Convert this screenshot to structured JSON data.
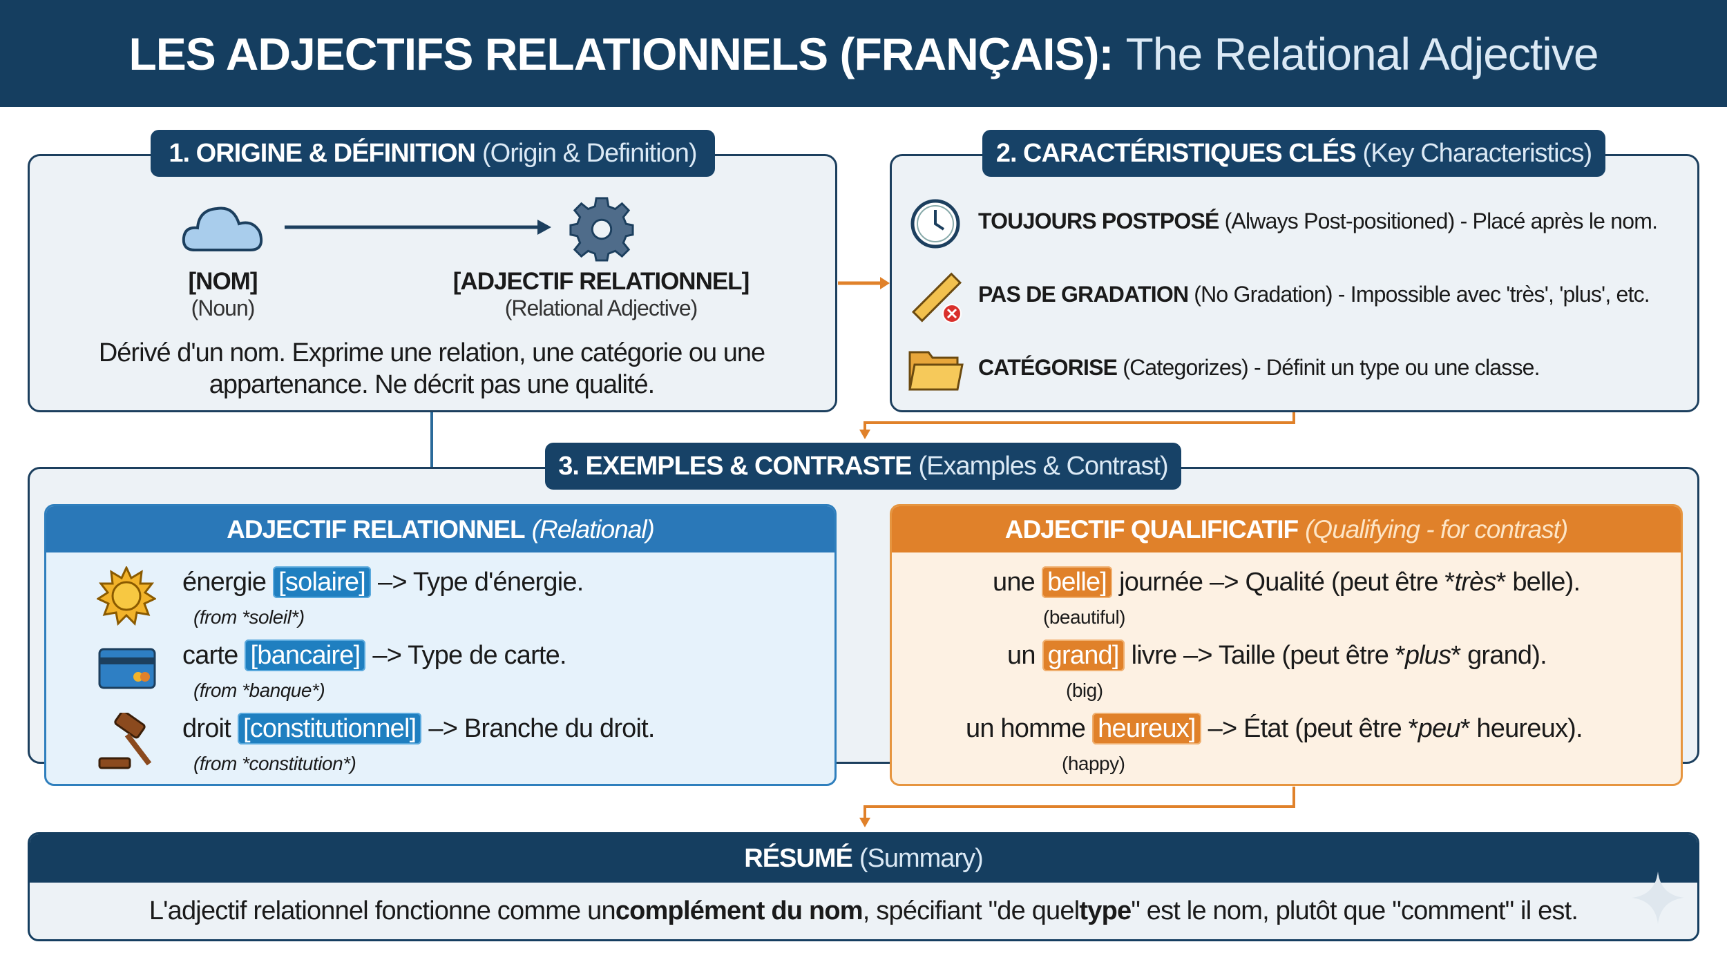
{
  "header": {
    "title_bold": "LES ADJECTIFS RELATIONNELS (FRANÇAIS):",
    "title_light": "The Relational Adjective"
  },
  "section1": {
    "title_bold": "1. ORIGINE & DÉFINITION",
    "title_light": "(Origin & Definition)",
    "noun_label": "[NOM]",
    "noun_sub": "(Noun)",
    "adj_label": "[ADJECTIF RELATIONNEL]",
    "adj_sub": "(Relational Adjective)",
    "definition": "Dérivé d'un nom. Exprime une relation, une catégorie ou une appartenance. Ne décrit pas une qualité."
  },
  "section2": {
    "title_bold": "2. CARACTÉRISTIQUES CLÉS",
    "title_light": "(Key Characteristics)",
    "items": [
      {
        "icon": "clock-icon",
        "bold": "TOUJOURS POSTPOSÉ",
        "text": "(Always Post-positioned) - Placé après le nom."
      },
      {
        "icon": "ruler-no-icon",
        "bold": "PAS DE GRADATION",
        "text": "(No Gradation) - Impossible avec 'très', 'plus', etc."
      },
      {
        "icon": "folder-icon",
        "bold": "CATÉGORISE",
        "text": "(Categorizes) - Définit un type ou une classe."
      }
    ]
  },
  "section3": {
    "title_bold": "3. EXEMPLES & CONTRASTE",
    "title_light": "(Examples & Contrast)",
    "relational": {
      "title_bold": "ADJECTIF RELATIONNEL",
      "title_italic": "(Relational)",
      "items": [
        {
          "icon": "sun-icon",
          "before": "énergie",
          "adj": "[solaire]",
          "after": "–> Type d'énergie.",
          "from": "(from *soleil*)"
        },
        {
          "icon": "credit-card-icon",
          "before": "carte",
          "adj": "[bancaire]",
          "after": "–> Type de carte.",
          "from": "(from *banque*)"
        },
        {
          "icon": "gavel-icon",
          "before": "droit",
          "adj": "[constitutionnel]",
          "after": "–> Branche du droit.",
          "from": "(from *constitution*)"
        }
      ]
    },
    "qualifying": {
      "title_bold": "ADJECTIF QUALIFICATIF",
      "title_italic": "(Qualifying - for contrast)",
      "items": [
        {
          "before": "une",
          "adj": "belle]",
          "after": "journée –> Qualité (peut être *",
          "em": "très",
          "end": "* belle).",
          "gloss": "(beautiful)"
        },
        {
          "before": "un",
          "adj": "grand]",
          "after": "livre –> Taille (peut être *",
          "em": "plus",
          "end": "* grand).",
          "gloss": "(big)"
        },
        {
          "before": "un homme",
          "adj": "heureux]",
          "after": "–> État (peut être *",
          "em": "peu",
          "end": "* heureux).",
          "gloss": "(happy)"
        }
      ]
    }
  },
  "summary": {
    "title_bold": "RÉSUMÉ",
    "title_light": "(Summary)",
    "t1": "L'adjectif relationnel fonctionne comme un ",
    "b1": "complément du nom",
    "t2": ", spécifiant \"de quel ",
    "b2": "type",
    "t3": "\" est le nom, plutôt que \"comment\" il est."
  },
  "colors": {
    "navy": "#153e60",
    "blue": "#1f7fc0",
    "orange": "#e0812a"
  }
}
